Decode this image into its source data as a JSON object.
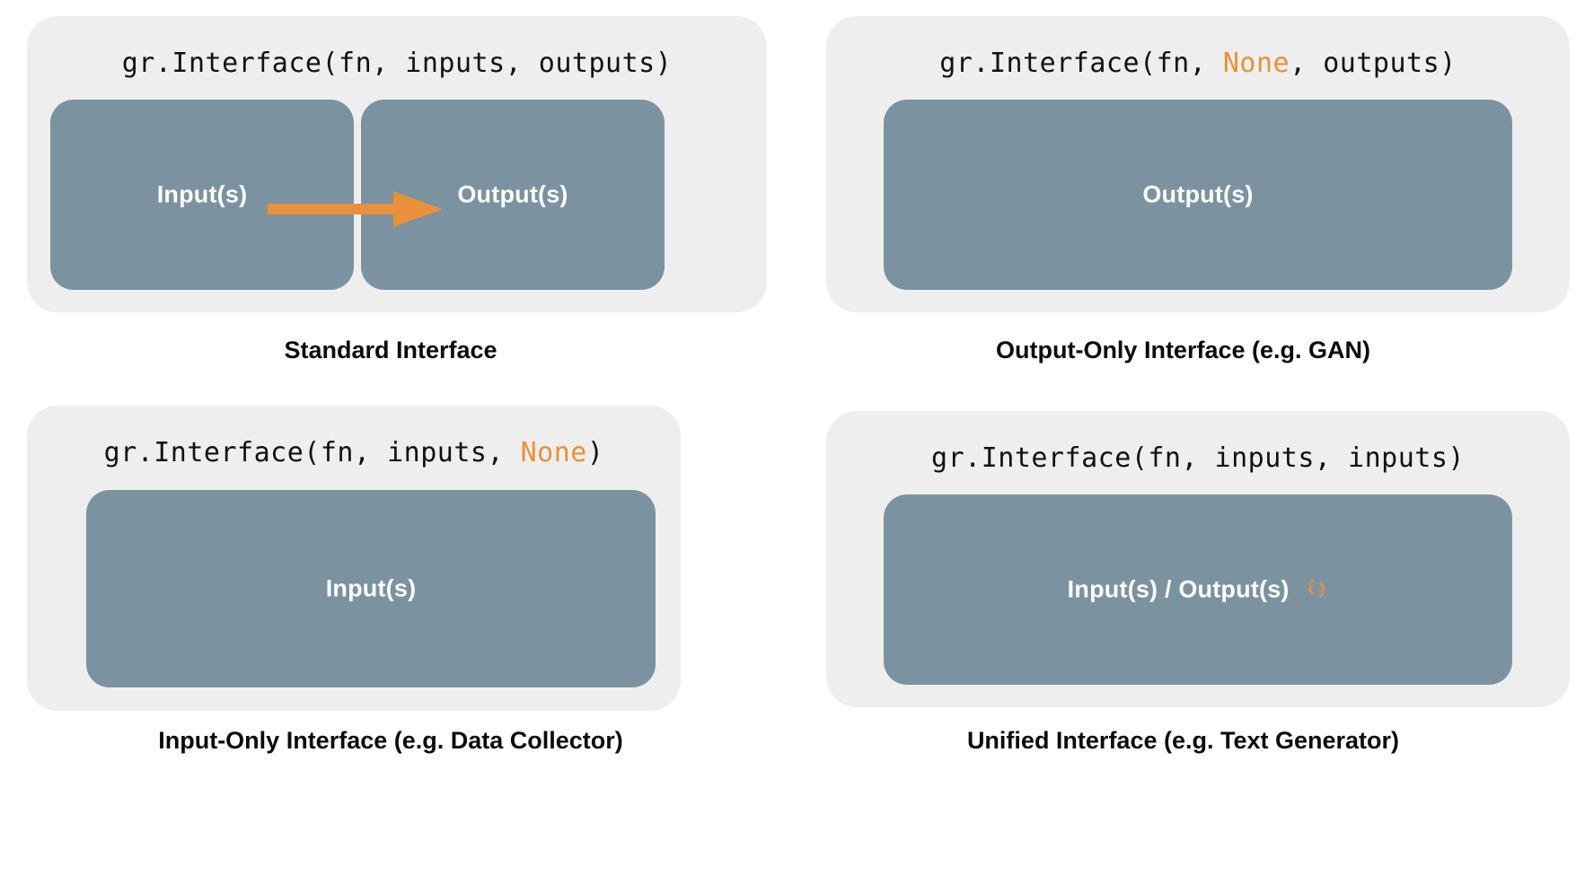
{
  "theme": {
    "background": "#ffffff",
    "card_bg": "#eeeeee",
    "box_bg": "#7b93a0",
    "accent_orange": "#e8913a",
    "text_dark": "#0b0b0b",
    "text_light": "#ffffff"
  },
  "panels": [
    {
      "id": "standard-interface",
      "code": {
        "prefix": "gr.Interface(fn, inputs, outputs)",
        "segments": [
          {
            "text": "gr.Interface(fn, inputs, outputs)",
            "accent": false
          }
        ]
      },
      "boxes": [
        {
          "label": "Input(s)"
        },
        {
          "label": "Output(s)"
        }
      ],
      "arrow": {
        "present": true,
        "direction": "right",
        "color": "#e8913a"
      },
      "caption": "Standard Interface"
    },
    {
      "id": "output-only-interface",
      "code": {
        "prefix": "gr.Interface(fn, None, outputs)",
        "segments": [
          {
            "text": "gr.Interface(fn, ",
            "accent": false
          },
          {
            "text": "None",
            "accent": true
          },
          {
            "text": ", outputs)",
            "accent": false
          }
        ]
      },
      "boxes": [
        {
          "label": "Output(s)"
        }
      ],
      "arrow": {
        "present": false
      },
      "caption": "Output-Only Interface (e.g. GAN)"
    },
    {
      "id": "input-only-interface",
      "code": {
        "prefix": "gr.Interface(fn, inputs, None)",
        "segments": [
          {
            "text": "gr.Interface(fn, inputs, ",
            "accent": false
          },
          {
            "text": "None",
            "accent": true
          },
          {
            "text": ")",
            "accent": false
          }
        ]
      },
      "boxes": [
        {
          "label": "Input(s)"
        }
      ],
      "arrow": {
        "present": false
      },
      "caption": "Input-Only Interface (e.g. Data Collector)"
    },
    {
      "id": "unified-interface",
      "code": {
        "prefix": "gr.Interface(fn, inputs, inputs)",
        "segments": [
          {
            "text": "gr.Interface(fn, inputs, inputs)",
            "accent": false
          }
        ]
      },
      "boxes": [
        {
          "label": "Input(s) / Output(s)",
          "icon": "cycle-icon"
        }
      ],
      "arrow": {
        "present": false
      },
      "caption": "Unified Interface (e.g. Text Generator)"
    }
  ],
  "panel_1": {
    "code_full": "gr.Interface(fn, inputs, outputs)",
    "box_input": "Input(s)",
    "box_output": "Output(s)",
    "caption": "Standard Interface"
  },
  "panel_2": {
    "code_part_1": "gr.Interface(fn, ",
    "code_part_none": "None",
    "code_part_2": ", outputs)",
    "box_output": "Output(s)",
    "caption": "Output-Only Interface (e.g. GAN)"
  },
  "panel_3": {
    "code_part_1": "gr.Interface(fn, inputs, ",
    "code_part_none": "None",
    "code_part_2": ")",
    "box_input": "Input(s)",
    "caption": "Input-Only Interface (e.g. Data Collector)"
  },
  "panel_4": {
    "code_full": "gr.Interface(fn, inputs, inputs)",
    "box_io": "Input(s) / Output(s)",
    "icon_name": "cycle-icon",
    "caption": "Unified Interface (e.g. Text Generator)"
  }
}
